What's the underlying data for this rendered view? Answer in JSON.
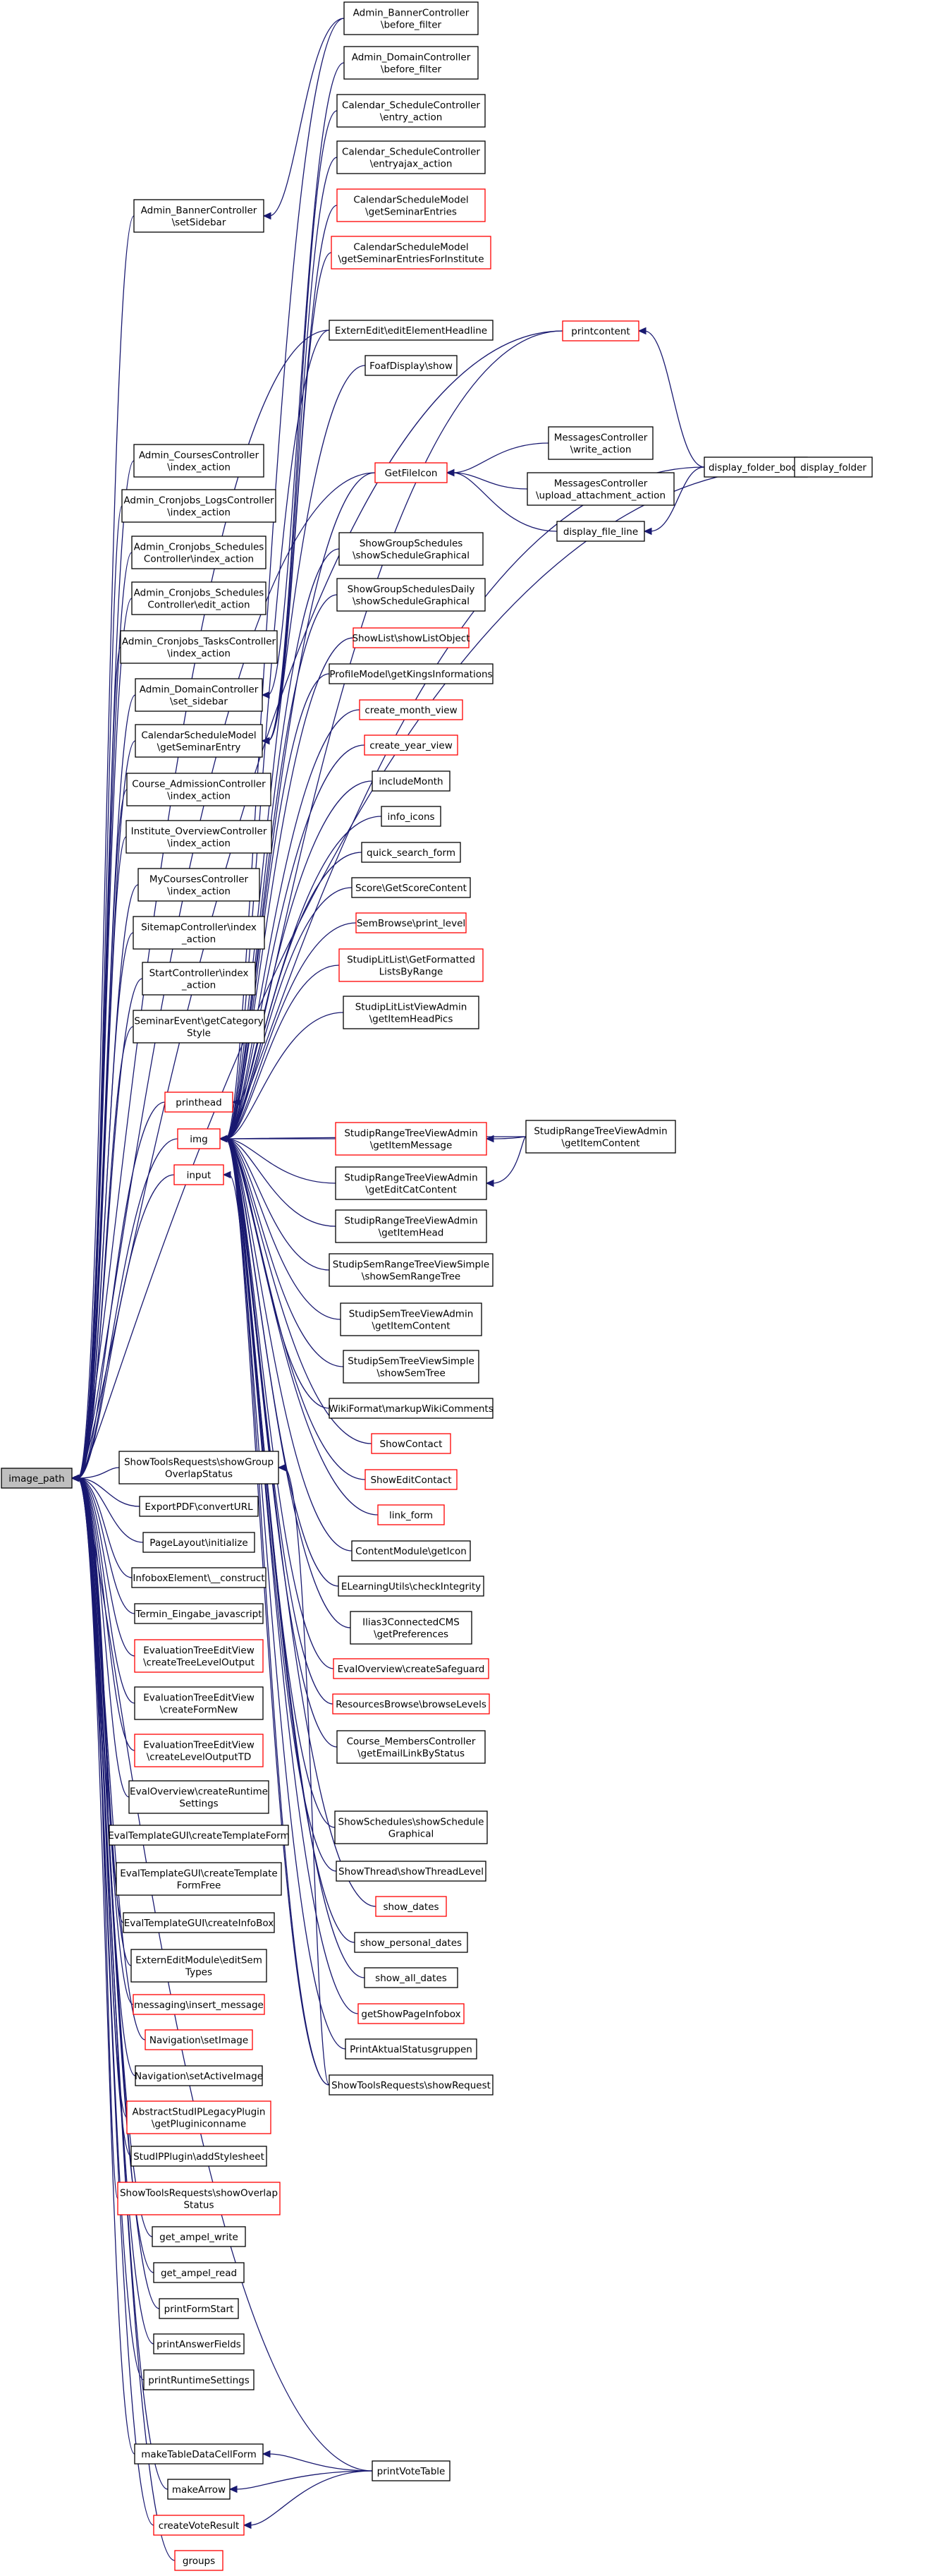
{
  "graph": {
    "root": "image_path",
    "colors": {
      "normal_border": "#000000",
      "undocumented_border": "#ff0000",
      "root_fill": "#bfbfbf",
      "edge": "#191970"
    },
    "nodes": [
      {
        "id": "image_path",
        "lines": [
          "image_path"
        ],
        "style": "root"
      },
      {
        "id": "n1",
        "lines": [
          "Admin_BannerController",
          "\\before_filter"
        ],
        "style": "normal"
      },
      {
        "id": "n2",
        "lines": [
          "Admin_DomainController",
          "\\before_filter"
        ],
        "style": "normal"
      },
      {
        "id": "n3",
        "lines": [
          "Calendar_ScheduleController",
          "\\entry_action"
        ],
        "style": "normal"
      },
      {
        "id": "n4",
        "lines": [
          "Calendar_ScheduleController",
          "\\entryajax_action"
        ],
        "style": "normal"
      },
      {
        "id": "n5",
        "lines": [
          "CalendarScheduleModel",
          "\\getSeminarEntries"
        ],
        "style": "red"
      },
      {
        "id": "n6",
        "lines": [
          "CalendarScheduleModel",
          "\\getSeminarEntriesForInstitute"
        ],
        "style": "red"
      },
      {
        "id": "n7",
        "lines": [
          "ExternEdit\\editElementHeadline"
        ],
        "style": "normal"
      },
      {
        "id": "n8",
        "lines": [
          "FoafDisplay\\show"
        ],
        "style": "normal"
      },
      {
        "id": "n9",
        "lines": [
          "GetFileIcon"
        ],
        "style": "red"
      },
      {
        "id": "n10",
        "lines": [
          "ShowGroupSchedules",
          "\\showScheduleGraphical"
        ],
        "style": "normal"
      },
      {
        "id": "n11",
        "lines": [
          "ShowGroupSchedulesDaily",
          "\\showScheduleGraphical"
        ],
        "style": "normal"
      },
      {
        "id": "n12",
        "lines": [
          "ShowList\\showListObject"
        ],
        "style": "red"
      },
      {
        "id": "n13",
        "lines": [
          "ProfileModel\\getKingsInformations"
        ],
        "style": "normal"
      },
      {
        "id": "n14",
        "lines": [
          "create_month_view"
        ],
        "style": "red"
      },
      {
        "id": "n15",
        "lines": [
          "create_year_view"
        ],
        "style": "red"
      },
      {
        "id": "n16",
        "lines": [
          "includeMonth"
        ],
        "style": "normal"
      },
      {
        "id": "n17",
        "lines": [
          "info_icons"
        ],
        "style": "normal"
      },
      {
        "id": "n18",
        "lines": [
          "quick_search_form"
        ],
        "style": "normal"
      },
      {
        "id": "n19",
        "lines": [
          "Score\\GetScoreContent"
        ],
        "style": "normal"
      },
      {
        "id": "n20",
        "lines": [
          "SemBrowse\\print_level"
        ],
        "style": "red"
      },
      {
        "id": "n21",
        "lines": [
          "StudipLitList\\GetFormatted",
          "ListsByRange"
        ],
        "style": "red"
      },
      {
        "id": "n22",
        "lines": [
          "StudipLitListViewAdmin",
          "\\getItemHeadPics"
        ],
        "style": "normal"
      },
      {
        "id": "n23",
        "lines": [
          "StudipRangeTreeViewAdmin",
          "\\getItemMessage"
        ],
        "style": "red"
      },
      {
        "id": "n24",
        "lines": [
          "StudipRangeTreeViewAdmin",
          "\\getEditCatContent"
        ],
        "style": "normal"
      },
      {
        "id": "n25",
        "lines": [
          "StudipRangeTreeViewAdmin",
          "\\getItemHead"
        ],
        "style": "normal"
      },
      {
        "id": "n26",
        "lines": [
          "StudipSemRangeTreeViewSimple",
          "\\showSemRangeTree"
        ],
        "style": "normal"
      },
      {
        "id": "n27",
        "lines": [
          "StudipSemTreeViewAdmin",
          "\\getItemContent"
        ],
        "style": "normal"
      },
      {
        "id": "n28",
        "lines": [
          "StudipSemTreeViewSimple",
          "\\showSemTree"
        ],
        "style": "normal"
      },
      {
        "id": "n29",
        "lines": [
          "WikiFormat\\markupWikiComments"
        ],
        "style": "normal"
      },
      {
        "id": "n30",
        "lines": [
          "ShowContact"
        ],
        "style": "red"
      },
      {
        "id": "n31",
        "lines": [
          "ShowEditContact"
        ],
        "style": "red"
      },
      {
        "id": "n32",
        "lines": [
          "link_form"
        ],
        "style": "red"
      },
      {
        "id": "n33",
        "lines": [
          "ContentModule\\getIcon"
        ],
        "style": "normal"
      },
      {
        "id": "n34",
        "lines": [
          "ELearningUtils\\checkIntegrity"
        ],
        "style": "normal"
      },
      {
        "id": "n35",
        "lines": [
          "Ilias3ConnectedCMS",
          "\\getPreferences"
        ],
        "style": "normal"
      },
      {
        "id": "n36",
        "lines": [
          "EvalOverview\\createSafeguard"
        ],
        "style": "red"
      },
      {
        "id": "n37",
        "lines": [
          "ResourcesBrowse\\browseLevels"
        ],
        "style": "red"
      },
      {
        "id": "n38",
        "lines": [
          "Course_MembersController",
          "\\getEmailLinkByStatus"
        ],
        "style": "normal"
      },
      {
        "id": "n39",
        "lines": [
          "ShowSchedules\\showSchedule",
          "Graphical"
        ],
        "style": "normal"
      },
      {
        "id": "n40",
        "lines": [
          "ShowThread\\showThreadLevel"
        ],
        "style": "normal"
      },
      {
        "id": "n41",
        "lines": [
          "show_dates"
        ],
        "style": "red"
      },
      {
        "id": "n42",
        "lines": [
          "show_personal_dates"
        ],
        "style": "normal"
      },
      {
        "id": "n43",
        "lines": [
          "show_all_dates"
        ],
        "style": "normal"
      },
      {
        "id": "n44",
        "lines": [
          "getShowPageInfobox"
        ],
        "style": "red"
      },
      {
        "id": "n45",
        "lines": [
          "PrintAktualStatusgruppen"
        ],
        "style": "normal"
      },
      {
        "id": "n46",
        "lines": [
          "ShowToolsRequests\\showRequest"
        ],
        "style": "normal"
      },
      {
        "id": "n47",
        "lines": [
          "printcontent"
        ],
        "style": "red"
      },
      {
        "id": "n48",
        "lines": [
          "MessagesController",
          "\\write_action"
        ],
        "style": "normal"
      },
      {
        "id": "n49",
        "lines": [
          "MessagesController",
          "\\upload_attachment_action"
        ],
        "style": "normal"
      },
      {
        "id": "n50",
        "lines": [
          "display_file_line"
        ],
        "style": "normal"
      },
      {
        "id": "n51",
        "lines": [
          "display_folder_body"
        ],
        "style": "normal"
      },
      {
        "id": "n52",
        "lines": [
          "display_folder"
        ],
        "style": "normal"
      },
      {
        "id": "n53",
        "lines": [
          "StudipRangeTreeViewAdmin",
          "\\getItemContent"
        ],
        "style": "normal"
      },
      {
        "id": "n54",
        "lines": [
          "Admin_BannerController",
          "\\setSidebar"
        ],
        "style": "normal"
      },
      {
        "id": "n55",
        "lines": [
          "Admin_CoursesController",
          "\\index_action"
        ],
        "style": "normal"
      },
      {
        "id": "n56",
        "lines": [
          "Admin_Cronjobs_LogsController",
          "\\index_action"
        ],
        "style": "normal"
      },
      {
        "id": "n57",
        "lines": [
          "Admin_Cronjobs_Schedules",
          "Controller\\index_action"
        ],
        "style": "normal"
      },
      {
        "id": "n58",
        "lines": [
          "Admin_Cronjobs_Schedules",
          "Controller\\edit_action"
        ],
        "style": "normal"
      },
      {
        "id": "n59",
        "lines": [
          "Admin_Cronjobs_TasksController",
          "\\index_action"
        ],
        "style": "normal"
      },
      {
        "id": "n60",
        "lines": [
          "Admin_DomainController",
          "\\set_sidebar"
        ],
        "style": "normal"
      },
      {
        "id": "n61",
        "lines": [
          "CalendarScheduleModel",
          "\\getSeminarEntry"
        ],
        "style": "normal"
      },
      {
        "id": "n62",
        "lines": [
          "Course_AdmissionController",
          "\\index_action"
        ],
        "style": "normal"
      },
      {
        "id": "n63",
        "lines": [
          "Institute_OverviewController",
          "\\index_action"
        ],
        "style": "normal"
      },
      {
        "id": "n64",
        "lines": [
          "MyCoursesController",
          "\\index_action"
        ],
        "style": "normal"
      },
      {
        "id": "n65",
        "lines": [
          "SitemapController\\index",
          "_action"
        ],
        "style": "normal"
      },
      {
        "id": "n66",
        "lines": [
          "StartController\\index",
          "_action"
        ],
        "style": "normal"
      },
      {
        "id": "n67",
        "lines": [
          "SeminarEvent\\getCategory",
          "Style"
        ],
        "style": "normal"
      },
      {
        "id": "n68",
        "lines": [
          "printhead"
        ],
        "style": "red"
      },
      {
        "id": "n69",
        "lines": [
          "img"
        ],
        "style": "red"
      },
      {
        "id": "n70",
        "lines": [
          "input"
        ],
        "style": "red"
      },
      {
        "id": "n71",
        "lines": [
          "ShowToolsRequests\\showGroup",
          "OverlapStatus"
        ],
        "style": "normal"
      },
      {
        "id": "n72",
        "lines": [
          "ExportPDF\\convertURL"
        ],
        "style": "normal"
      },
      {
        "id": "n73",
        "lines": [
          "PageLayout\\initialize"
        ],
        "style": "normal"
      },
      {
        "id": "n74",
        "lines": [
          "InfoboxElement\\__construct"
        ],
        "style": "normal"
      },
      {
        "id": "n75",
        "lines": [
          "Termin_Eingabe_javascript"
        ],
        "style": "normal"
      },
      {
        "id": "n76",
        "lines": [
          "EvaluationTreeEditView",
          "\\createTreeLevelOutput"
        ],
        "style": "red"
      },
      {
        "id": "n77",
        "lines": [
          "EvaluationTreeEditView",
          "\\createFormNew"
        ],
        "style": "normal"
      },
      {
        "id": "n78",
        "lines": [
          "EvaluationTreeEditView",
          "\\createLevelOutputTD"
        ],
        "style": "red"
      },
      {
        "id": "n79",
        "lines": [
          "EvalOverview\\createRuntime",
          "Settings"
        ],
        "style": "normal"
      },
      {
        "id": "n80",
        "lines": [
          "EvalTemplateGUI\\createTemplateForm"
        ],
        "style": "normal"
      },
      {
        "id": "n81",
        "lines": [
          "EvalTemplateGUI\\createTemplate",
          "FormFree"
        ],
        "style": "normal"
      },
      {
        "id": "n82",
        "lines": [
          "EvalTemplateGUI\\createInfoBox"
        ],
        "style": "normal"
      },
      {
        "id": "n83",
        "lines": [
          "ExternEditModule\\editSem",
          "Types"
        ],
        "style": "normal"
      },
      {
        "id": "n84",
        "lines": [
          "messaging\\insert_message"
        ],
        "style": "red"
      },
      {
        "id": "n85",
        "lines": [
          "Navigation\\setImage"
        ],
        "style": "red"
      },
      {
        "id": "n86",
        "lines": [
          "Navigation\\setActiveImage"
        ],
        "style": "normal"
      },
      {
        "id": "n87",
        "lines": [
          "AbstractStudIPLegacyPlugin",
          "\\getPluginiconname"
        ],
        "style": "red"
      },
      {
        "id": "n88",
        "lines": [
          "StudIPPlugin\\addStylesheet"
        ],
        "style": "normal"
      },
      {
        "id": "n89",
        "lines": [
          "ShowToolsRequests\\showOverlap",
          "Status"
        ],
        "style": "red"
      },
      {
        "id": "n90",
        "lines": [
          "get_ampel_write"
        ],
        "style": "normal"
      },
      {
        "id": "n91",
        "lines": [
          "get_ampel_read"
        ],
        "style": "normal"
      },
      {
        "id": "n92",
        "lines": [
          "printFormStart"
        ],
        "style": "normal"
      },
      {
        "id": "n93",
        "lines": [
          "printAnswerFields"
        ],
        "style": "normal"
      },
      {
        "id": "n94",
        "lines": [
          "printRuntimeSettings"
        ],
        "style": "normal"
      },
      {
        "id": "n95",
        "lines": [
          "makeTableDataCellForm"
        ],
        "style": "normal"
      },
      {
        "id": "n96",
        "lines": [
          "makeArrow"
        ],
        "style": "normal"
      },
      {
        "id": "n97",
        "lines": [
          "createVoteResult"
        ],
        "style": "red"
      },
      {
        "id": "n98",
        "lines": [
          "groups"
        ],
        "style": "red"
      },
      {
        "id": "n99",
        "lines": [
          "printVoteTable"
        ],
        "style": "normal"
      }
    ],
    "edges": [
      [
        "image_path",
        "n54"
      ],
      [
        "image_path",
        "n55"
      ],
      [
        "image_path",
        "n56"
      ],
      [
        "image_path",
        "n57"
      ],
      [
        "image_path",
        "n58"
      ],
      [
        "image_path",
        "n59"
      ],
      [
        "image_path",
        "n60"
      ],
      [
        "image_path",
        "n61"
      ],
      [
        "image_path",
        "n62"
      ],
      [
        "image_path",
        "n63"
      ],
      [
        "image_path",
        "n64"
      ],
      [
        "image_path",
        "n65"
      ],
      [
        "image_path",
        "n66"
      ],
      [
        "image_path",
        "n67"
      ],
      [
        "image_path",
        "n68"
      ],
      [
        "image_path",
        "n69"
      ],
      [
        "image_path",
        "n70"
      ],
      [
        "image_path",
        "n71"
      ],
      [
        "image_path",
        "n72"
      ],
      [
        "image_path",
        "n73"
      ],
      [
        "image_path",
        "n74"
      ],
      [
        "image_path",
        "n75"
      ],
      [
        "image_path",
        "n76"
      ],
      [
        "image_path",
        "n77"
      ],
      [
        "image_path",
        "n78"
      ],
      [
        "image_path",
        "n79"
      ],
      [
        "image_path",
        "n80"
      ],
      [
        "image_path",
        "n81"
      ],
      [
        "image_path",
        "n82"
      ],
      [
        "image_path",
        "n83"
      ],
      [
        "image_path",
        "n84"
      ],
      [
        "image_path",
        "n85"
      ],
      [
        "image_path",
        "n86"
      ],
      [
        "image_path",
        "n87"
      ],
      [
        "image_path",
        "n88"
      ],
      [
        "image_path",
        "n89"
      ],
      [
        "image_path",
        "n90"
      ],
      [
        "image_path",
        "n91"
      ],
      [
        "image_path",
        "n92"
      ],
      [
        "image_path",
        "n93"
      ],
      [
        "image_path",
        "n94"
      ],
      [
        "image_path",
        "n95"
      ],
      [
        "image_path",
        "n96"
      ],
      [
        "image_path",
        "n97"
      ],
      [
        "image_path",
        "n98"
      ],
      [
        "image_path",
        "n7"
      ],
      [
        "image_path",
        "n9"
      ],
      [
        "image_path",
        "n47"
      ],
      [
        "image_path",
        "n52"
      ],
      [
        "image_path",
        "n99"
      ],
      [
        "n54",
        "n1"
      ],
      [
        "n60",
        "n2"
      ],
      [
        "n61",
        "n3"
      ],
      [
        "n61",
        "n4"
      ],
      [
        "n61",
        "n5"
      ],
      [
        "n61",
        "n6"
      ],
      [
        "n68",
        "n47"
      ],
      [
        "n69",
        "n1"
      ],
      [
        "n69",
        "n7"
      ],
      [
        "n69",
        "n8"
      ],
      [
        "n69",
        "n9"
      ],
      [
        "n69",
        "n10"
      ],
      [
        "n69",
        "n11"
      ],
      [
        "n69",
        "n12"
      ],
      [
        "n69",
        "n13"
      ],
      [
        "n69",
        "n14"
      ],
      [
        "n69",
        "n15"
      ],
      [
        "n69",
        "n16"
      ],
      [
        "n69",
        "n17"
      ],
      [
        "n69",
        "n18"
      ],
      [
        "n69",
        "n19"
      ],
      [
        "n69",
        "n20"
      ],
      [
        "n69",
        "n21"
      ],
      [
        "n69",
        "n22"
      ],
      [
        "n69",
        "n23"
      ],
      [
        "n69",
        "n24"
      ],
      [
        "n69",
        "n25"
      ],
      [
        "n69",
        "n26"
      ],
      [
        "n69",
        "n27"
      ],
      [
        "n69",
        "n28"
      ],
      [
        "n69",
        "n29"
      ],
      [
        "n69",
        "n30"
      ],
      [
        "n69",
        "n31"
      ],
      [
        "n69",
        "n32"
      ],
      [
        "n69",
        "n33"
      ],
      [
        "n69",
        "n34"
      ],
      [
        "n69",
        "n35"
      ],
      [
        "n69",
        "n36"
      ],
      [
        "n69",
        "n37"
      ],
      [
        "n69",
        "n38"
      ],
      [
        "n69",
        "n39"
      ],
      [
        "n69",
        "n40"
      ],
      [
        "n69",
        "n41"
      ],
      [
        "n69",
        "n42"
      ],
      [
        "n69",
        "n43"
      ],
      [
        "n69",
        "n44"
      ],
      [
        "n69",
        "n45"
      ],
      [
        "n69",
        "n46"
      ],
      [
        "n69",
        "n53"
      ],
      [
        "n69",
        "n51"
      ],
      [
        "n70",
        "n46"
      ],
      [
        "n71",
        "n46"
      ],
      [
        "n9",
        "n48"
      ],
      [
        "n9",
        "n49"
      ],
      [
        "n9",
        "n50"
      ],
      [
        "n50",
        "n51"
      ],
      [
        "n47",
        "n51"
      ],
      [
        "n51",
        "n52"
      ],
      [
        "n52",
        "n51"
      ],
      [
        "n23",
        "n53"
      ],
      [
        "n24",
        "n53"
      ],
      [
        "n95",
        "n99"
      ],
      [
        "n96",
        "n99"
      ],
      [
        "n97",
        "n99"
      ]
    ]
  }
}
